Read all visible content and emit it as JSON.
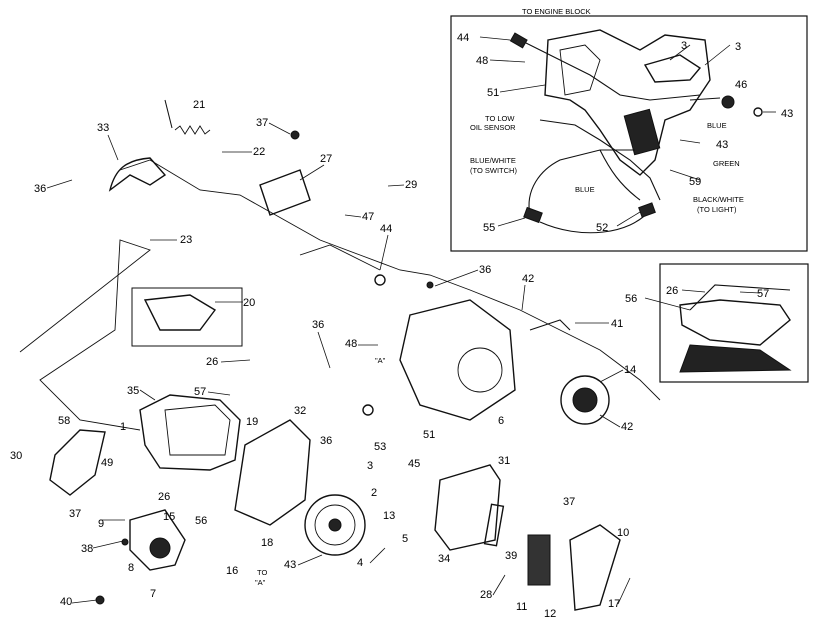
{
  "inset_wiring": {
    "title": "TO ENGINE BLOCK",
    "labels": {
      "to_low_oil_sensor": [
        "TO LOW",
        "OIL SENSOR"
      ],
      "blue_white_switch": [
        "BLUE/WHITE",
        "(TO SWITCH)"
      ],
      "blue_1": "BLUE",
      "blue_2": "BLUE",
      "green": "GREEN",
      "black_white_light": [
        "BLACK/WHITE",
        "(TO LIGHT)"
      ]
    },
    "callouts": {
      "c44": "44",
      "c48": "48",
      "c51": "51",
      "c3a": "3",
      "c3b": "3",
      "c46": "46",
      "c43a": "43",
      "c43b": "43",
      "c59": "59",
      "c55": "55",
      "c52": "52"
    }
  },
  "inset_detail": {
    "callouts": {
      "c56": "56",
      "c26": "26",
      "c57": "57"
    }
  },
  "main_callouts": {
    "c21": "21",
    "c33": "33",
    "c37a": "37",
    "c22": "22",
    "c27": "27",
    "c36a": "36",
    "c29": "29",
    "c47": "47",
    "c23": "23",
    "c44": "44",
    "c36b": "36",
    "c42a": "42",
    "c20": "20",
    "c41": "41",
    "c36c": "36",
    "c48": "48",
    "c26a": "26",
    "c14": "14",
    "c35": "35",
    "c57": "57",
    "c19": "19",
    "c32": "32",
    "c58": "58",
    "c1": "1",
    "c36d": "36",
    "c53": "53",
    "c51": "51",
    "c6": "6",
    "c42b": "42",
    "c30": "30",
    "c49": "49",
    "c3": "3",
    "c45": "45",
    "c31": "31",
    "c2": "2",
    "c26b": "26",
    "c37b": "37",
    "c37c": "37",
    "c9": "9",
    "c15": "15",
    "c56": "56",
    "c13": "13",
    "c10": "10",
    "c38": "38",
    "c8": "8",
    "c18": "18",
    "c5": "5",
    "c34": "34",
    "c39": "39",
    "c43": "43",
    "c4": "4",
    "c7": "7",
    "c16": "16",
    "c40": "40",
    "c28": "28",
    "c11": "11",
    "c12": "12",
    "c17": "17"
  },
  "to_a_labels": {
    "quote_a_center": "\"A\"",
    "to_a_to": "TO",
    "to_a_a": "\"A\""
  }
}
